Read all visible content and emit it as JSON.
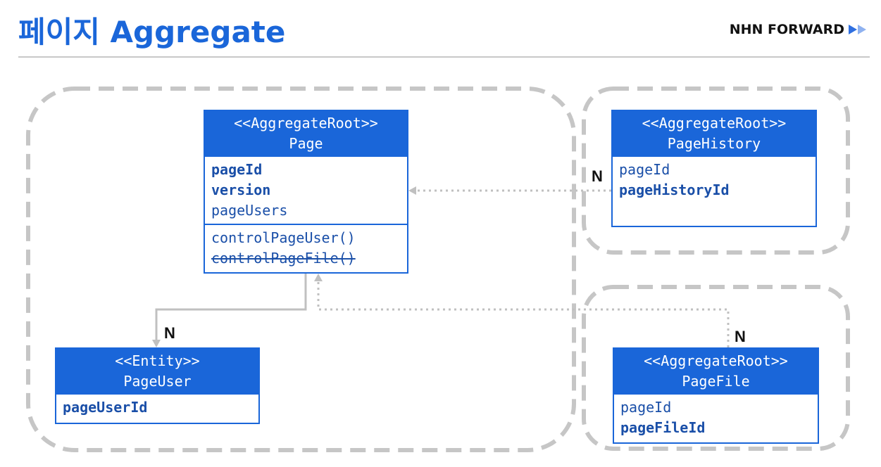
{
  "header": {
    "title": "페이지 Aggregate",
    "brand": "NHN FORWARD"
  },
  "boxes": {
    "page": {
      "stereotype": "<<AggregateRoot>>",
      "name": "Page",
      "attributes": [
        "pageId",
        "version",
        "pageUsers"
      ],
      "methods": [
        "controlPageUser()",
        "controlPageFile()"
      ]
    },
    "page_user": {
      "stereotype": "<<Entity>>",
      "name": "PageUser",
      "attributes": [
        "pageUserId"
      ]
    },
    "page_history": {
      "stereotype": "<<AggregateRoot>>",
      "name": "PageHistory",
      "attributes": [
        "pageId",
        "pageHistoryId"
      ]
    },
    "page_file": {
      "stereotype": "<<AggregateRoot>>",
      "name": "PageFile",
      "attributes": [
        "pageId",
        "pageFileId"
      ]
    }
  },
  "multiplicity": {
    "page_user": "N",
    "page_history": "N",
    "page_file": "N"
  },
  "colors": {
    "accent": "#1a66d9",
    "boundary": "#c6c6c6",
    "link": "#c0c0c0"
  }
}
